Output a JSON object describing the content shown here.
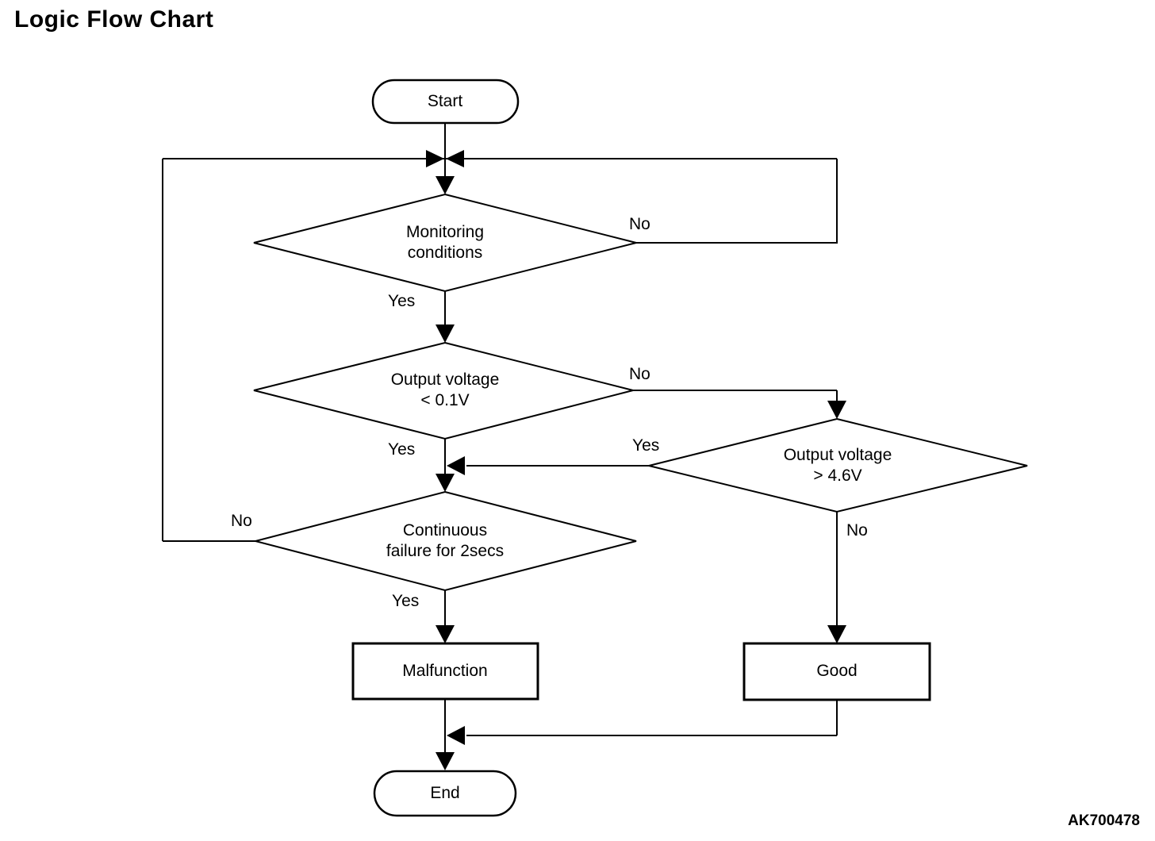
{
  "title": "Logic Flow Chart",
  "figure_code": "AK700478",
  "nodes": {
    "start": {
      "label": "Start",
      "type": "terminator"
    },
    "monitoring": {
      "label": "Monitoring\nconditions",
      "type": "decision"
    },
    "voltage_low": {
      "label": "Output voltage\n< 0.1V",
      "type": "decision"
    },
    "voltage_high": {
      "label": "Output voltage\n> 4.6V",
      "type": "decision"
    },
    "continuous_failure": {
      "label": "Continuous\nfailure for 2secs",
      "type": "decision"
    },
    "malfunction": {
      "label": "Malfunction",
      "type": "process"
    },
    "good": {
      "label": "Good",
      "type": "process"
    },
    "end": {
      "label": "End",
      "type": "terminator"
    }
  },
  "edge_labels": {
    "monitoring_no": "No",
    "monitoring_yes": "Yes",
    "voltage_low_no": "No",
    "voltage_low_yes": "Yes",
    "voltage_high_yes": "Yes",
    "voltage_high_no": "No",
    "continuous_failure_no": "No",
    "continuous_failure_yes": "Yes"
  },
  "colors": {
    "line": "#000000",
    "text": "#000000",
    "background": "#ffffff"
  }
}
